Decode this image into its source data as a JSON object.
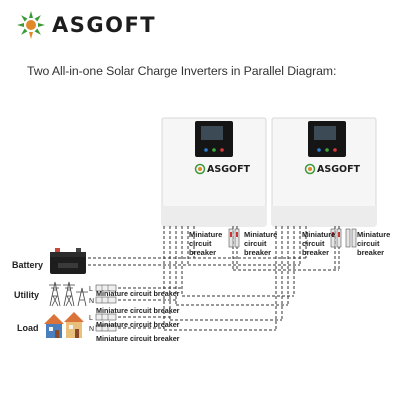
{
  "brand": {
    "name": "ASGOFT",
    "logo_icon": "sunburst-leaf-logo-icon",
    "accent_green": "#3a9a3a",
    "accent_orange": "#e0892a"
  },
  "caption": "Two All-in-one Solar Charge Inverters in Parallel Diagram:",
  "inverters": [
    {
      "brand": "ASGOFT"
    },
    {
      "brand": "ASGOFT"
    }
  ],
  "sources": {
    "battery": "Battery",
    "utility": "Utility",
    "load": "Load"
  },
  "breaker_label_line1": "Miniature",
  "breaker_label_line2": "circuit",
  "breaker_label_line3": "breaker",
  "breaker_label_inline": "Miniature circuit breaker",
  "line_marks": {
    "live": "L",
    "neutral": "N"
  },
  "colors": {
    "wire": "#333333",
    "inverter_body": "#f6f6f6",
    "inverter_edge": "#d8d8d8",
    "display_panel": "#151515",
    "house_blue": "#4a7fbf",
    "house_orange": "#d9733a"
  }
}
